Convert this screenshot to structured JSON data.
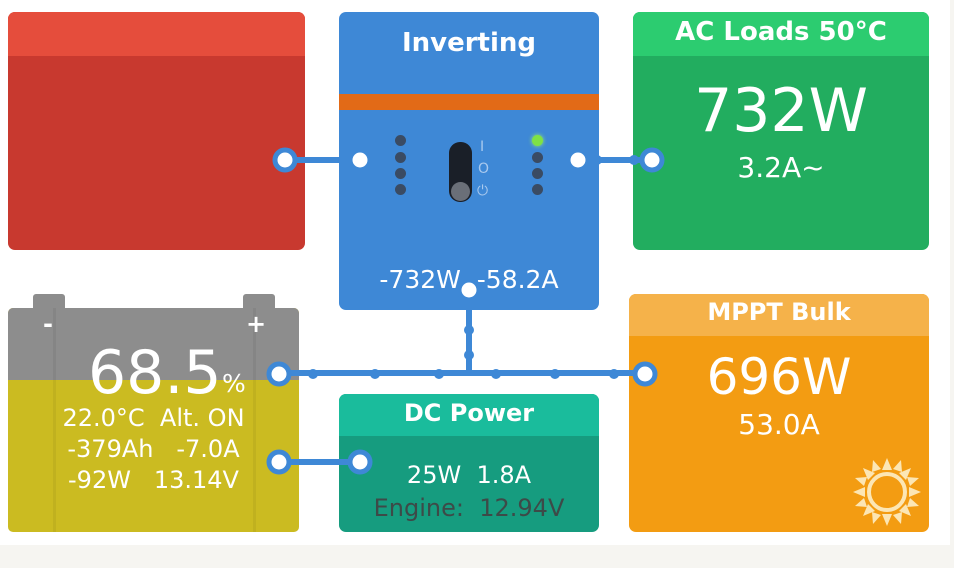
{
  "colors": {
    "shore": "#c8392f",
    "inverter": "#3e88d6",
    "ac_loads": "#22ad5f",
    "battery": "#cbbb21",
    "dc_power": "#169c7f",
    "mppt": "#f39c12",
    "wire": "#3e88d6"
  },
  "inverter": {
    "state_label": "Inverting",
    "power": "-732W",
    "current": "-58.2A",
    "switch_position": "on",
    "switch_symbols": [
      "I",
      "O",
      "⏻"
    ],
    "led_left": [
      false,
      false,
      false,
      false
    ],
    "led_right": [
      true,
      false,
      false,
      false
    ]
  },
  "ac_loads": {
    "title": "AC Loads 50°C",
    "power": "732W",
    "current": "3.2A~"
  },
  "battery": {
    "minus": "-",
    "plus": "+",
    "soc": "68.5",
    "soc_unit": "%",
    "temperature": "22.0°C",
    "alt_status": "Alt. ON",
    "consumed": "-379Ah",
    "current": "-7.0A",
    "power": "-92W",
    "voltage": "13.14V"
  },
  "dc_power": {
    "title": "DC Power",
    "power": "25W",
    "current": "1.8A",
    "engine_label": "Engine:",
    "engine_voltage": "12.94V"
  },
  "mppt": {
    "title": "MPPT Bulk",
    "power": "696W",
    "current": "53.0A",
    "icon": "sun-icon"
  }
}
